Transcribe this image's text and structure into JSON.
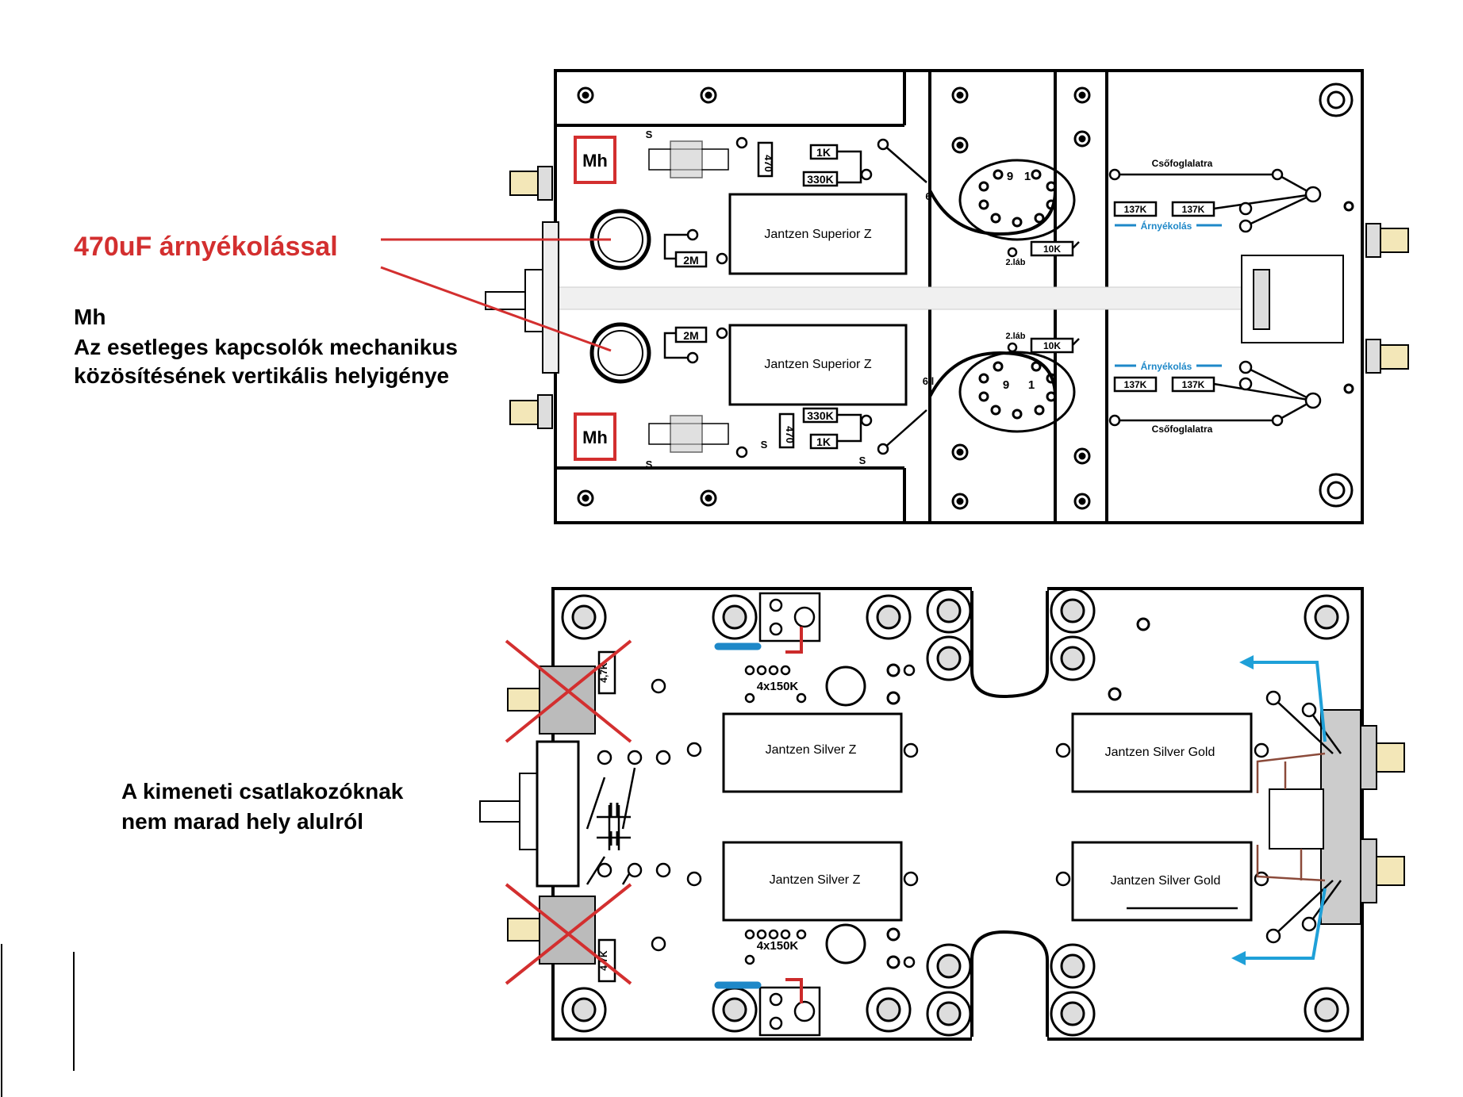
{
  "annotations": {
    "capacitor_note": "470uF árnyékolással",
    "mh_heading": "Mh",
    "mh_line1": "Az esetleges kapcsolók mechanikus",
    "mh_line2": "közösítésének vertikális helyigénye",
    "output_line1": "A kimeneti csatlakozóknak",
    "output_line2": "nem marad hely alulról"
  },
  "top_board": {
    "mh_badge": "Mh",
    "cap_label": "Jantzen Superior Z",
    "r_1k": "1K",
    "r_330k": "330K",
    "r_470": "470",
    "r_2m": "2M",
    "r_10k": "10K",
    "r_137k": "137K",
    "pin_6": "6",
    "pin_6l": "6.l",
    "pin_9": "9",
    "pin_1": "1",
    "pin_2lab": "2.láb",
    "s_mark": "S",
    "socket_note": "Csőfoglalatra",
    "shield_note": "Árnyékolás"
  },
  "bottom_board": {
    "cap_silver_z": "Jantzen Silver Z",
    "cap_silver_gold": "Jantzen Silver Gold",
    "r_4x150k": "4x150K",
    "r_47k": "4,7K"
  },
  "colors": {
    "annotation_red": "#d32f2f",
    "shield_blue": "#1e88c8",
    "arrow_blue": "#1fa0d8",
    "wire_brown": "#8b4a3a",
    "board_line": "#000000"
  }
}
